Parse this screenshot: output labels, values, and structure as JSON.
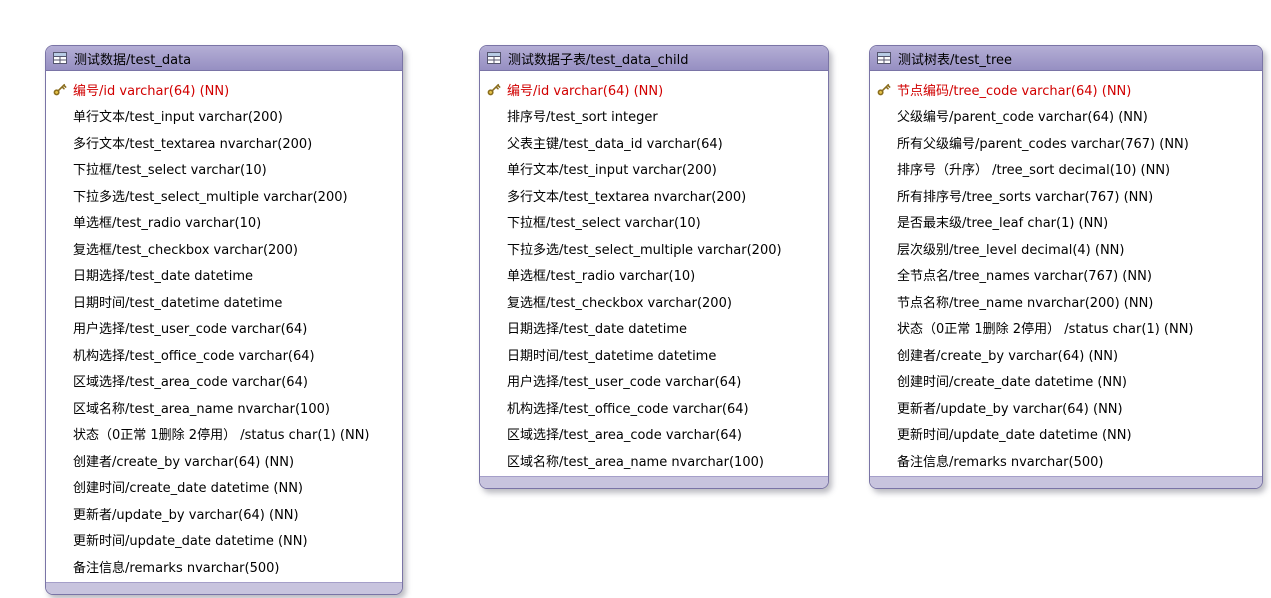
{
  "colors": {
    "canvas_background": "#ffffff",
    "table_header_top": "#b4aed5",
    "table_header_bottom": "#968fc2",
    "table_footer": "#c8c4de",
    "table_footer_line": "#a59fc9",
    "table_border": "#7a74a6",
    "primary_key_text": "#d10000",
    "field_text": "#000000",
    "key_icon_gold": "#e6c34a",
    "key_icon_outline": "#8a6d1d"
  },
  "diagram": {
    "tables": [
      {
        "id": "test_data",
        "title": "测试数据/test_data",
        "fields": [
          {
            "text": "编号/id varchar(64) (NN)",
            "pk": true
          },
          {
            "text": "单行文本/test_input varchar(200)",
            "pk": false
          },
          {
            "text": "多行文本/test_textarea nvarchar(200)",
            "pk": false
          },
          {
            "text": "下拉框/test_select varchar(10)",
            "pk": false
          },
          {
            "text": "下拉多选/test_select_multiple varchar(200)",
            "pk": false
          },
          {
            "text": "单选框/test_radio varchar(10)",
            "pk": false
          },
          {
            "text": "复选框/test_checkbox varchar(200)",
            "pk": false
          },
          {
            "text": "日期选择/test_date datetime",
            "pk": false
          },
          {
            "text": "日期时间/test_datetime datetime",
            "pk": false
          },
          {
            "text": "用户选择/test_user_code varchar(64)",
            "pk": false
          },
          {
            "text": "机构选择/test_office_code varchar(64)",
            "pk": false
          },
          {
            "text": "区域选择/test_area_code varchar(64)",
            "pk": false
          },
          {
            "text": "区域名称/test_area_name nvarchar(100)",
            "pk": false
          },
          {
            "text": "状态（0正常 1删除 2停用） /status char(1) (NN)",
            "pk": false
          },
          {
            "text": "创建者/create_by varchar(64) (NN)",
            "pk": false
          },
          {
            "text": "创建时间/create_date datetime (NN)",
            "pk": false
          },
          {
            "text": "更新者/update_by varchar(64) (NN)",
            "pk": false
          },
          {
            "text": "更新时间/update_date datetime (NN)",
            "pk": false
          },
          {
            "text": "备注信息/remarks nvarchar(500)",
            "pk": false
          }
        ]
      },
      {
        "id": "test_data_child",
        "title": "测试数据子表/test_data_child",
        "fields": [
          {
            "text": "编号/id varchar(64) (NN)",
            "pk": true
          },
          {
            "text": "排序号/test_sort integer",
            "pk": false
          },
          {
            "text": "父表主键/test_data_id varchar(64)",
            "pk": false
          },
          {
            "text": "单行文本/test_input varchar(200)",
            "pk": false
          },
          {
            "text": "多行文本/test_textarea nvarchar(200)",
            "pk": false
          },
          {
            "text": "下拉框/test_select varchar(10)",
            "pk": false
          },
          {
            "text": "下拉多选/test_select_multiple varchar(200)",
            "pk": false
          },
          {
            "text": "单选框/test_radio varchar(10)",
            "pk": false
          },
          {
            "text": "复选框/test_checkbox varchar(200)",
            "pk": false
          },
          {
            "text": "日期选择/test_date datetime",
            "pk": false
          },
          {
            "text": "日期时间/test_datetime datetime",
            "pk": false
          },
          {
            "text": "用户选择/test_user_code varchar(64)",
            "pk": false
          },
          {
            "text": "机构选择/test_office_code varchar(64)",
            "pk": false
          },
          {
            "text": "区域选择/test_area_code varchar(64)",
            "pk": false
          },
          {
            "text": "区域名称/test_area_name nvarchar(100)",
            "pk": false
          }
        ]
      },
      {
        "id": "test_tree",
        "title": "测试树表/test_tree",
        "fields": [
          {
            "text": "节点编码/tree_code varchar(64) (NN)",
            "pk": true
          },
          {
            "text": "父级编号/parent_code varchar(64) (NN)",
            "pk": false
          },
          {
            "text": "所有父级编号/parent_codes varchar(767) (NN)",
            "pk": false
          },
          {
            "text": "排序号（升序） /tree_sort decimal(10) (NN)",
            "pk": false
          },
          {
            "text": "所有排序号/tree_sorts varchar(767) (NN)",
            "pk": false
          },
          {
            "text": "是否最末级/tree_leaf char(1) (NN)",
            "pk": false
          },
          {
            "text": "层次级别/tree_level decimal(4) (NN)",
            "pk": false
          },
          {
            "text": "全节点名/tree_names varchar(767) (NN)",
            "pk": false
          },
          {
            "text": "节点名称/tree_name nvarchar(200) (NN)",
            "pk": false
          },
          {
            "text": "状态（0正常 1删除 2停用） /status char(1) (NN)",
            "pk": false
          },
          {
            "text": "创建者/create_by varchar(64) (NN)",
            "pk": false
          },
          {
            "text": "创建时间/create_date datetime (NN)",
            "pk": false
          },
          {
            "text": "更新者/update_by varchar(64) (NN)",
            "pk": false
          },
          {
            "text": "更新时间/update_date datetime (NN)",
            "pk": false
          },
          {
            "text": "备注信息/remarks nvarchar(500)",
            "pk": false
          }
        ]
      }
    ]
  }
}
